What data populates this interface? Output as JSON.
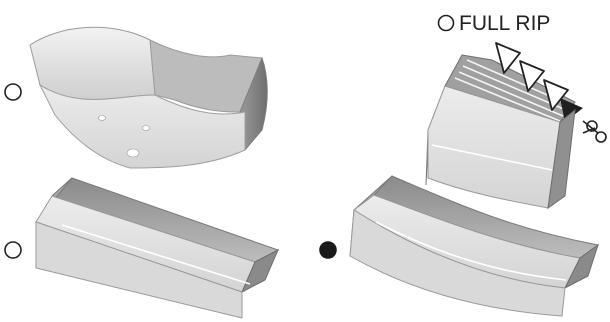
{
  "header": {
    "full_rip_label": "FULL RIP"
  },
  "options": [
    {
      "id": "curved-shell-top-left",
      "selected": false
    },
    {
      "id": "flat-shell-bottom-left",
      "selected": false
    },
    {
      "id": "curved-shell-bottom-right",
      "selected": true
    },
    {
      "id": "full-rip-top-right",
      "selected": false
    }
  ],
  "icons": {
    "scissors": "scissors-icon",
    "triangle_marker": "triangle-marker-icon"
  },
  "colors": {
    "radio_outline": "#222222",
    "radio_selected": "#1a1a1a",
    "shell_light": "#e9e9e9",
    "shell_mid": "#c9c9c9",
    "shell_dark": "#8e8e8e",
    "shell_shadow": "#6f6f6f"
  }
}
